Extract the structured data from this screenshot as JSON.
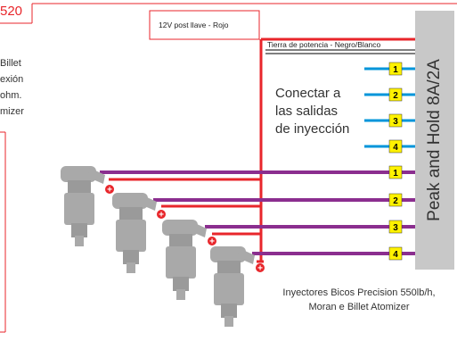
{
  "header": {
    "code": "520"
  },
  "left_panel": {
    "lines": [
      "Billet",
      "exión",
      "ohm.",
      "mizer"
    ]
  },
  "wires": {
    "power_label": "12V post llave - Rojo",
    "ground_label": "Tierra de potencia - Negro/Blanco"
  },
  "signal_inputs": {
    "lines": [
      "Conectar a",
      "las salidas",
      "de inyección"
    ],
    "numbers": [
      "1",
      "2",
      "3",
      "4"
    ]
  },
  "injector_outputs": {
    "numbers": [
      "1",
      "2",
      "3",
      "4"
    ],
    "plus_symbol": "+"
  },
  "module": {
    "label": "Peak and Hold 8A/2A"
  },
  "caption": {
    "line1": "Inyectores Bicos Precision 550lb/h,",
    "line2": "Moran e Billet Atomizer"
  },
  "colors": {
    "power": "#e8262b",
    "signal": "#0095da",
    "injector_wire": "#8b2e8f",
    "label_box": "#fff200",
    "module": "#c8c8c8",
    "injector": "#a9a9a9"
  }
}
